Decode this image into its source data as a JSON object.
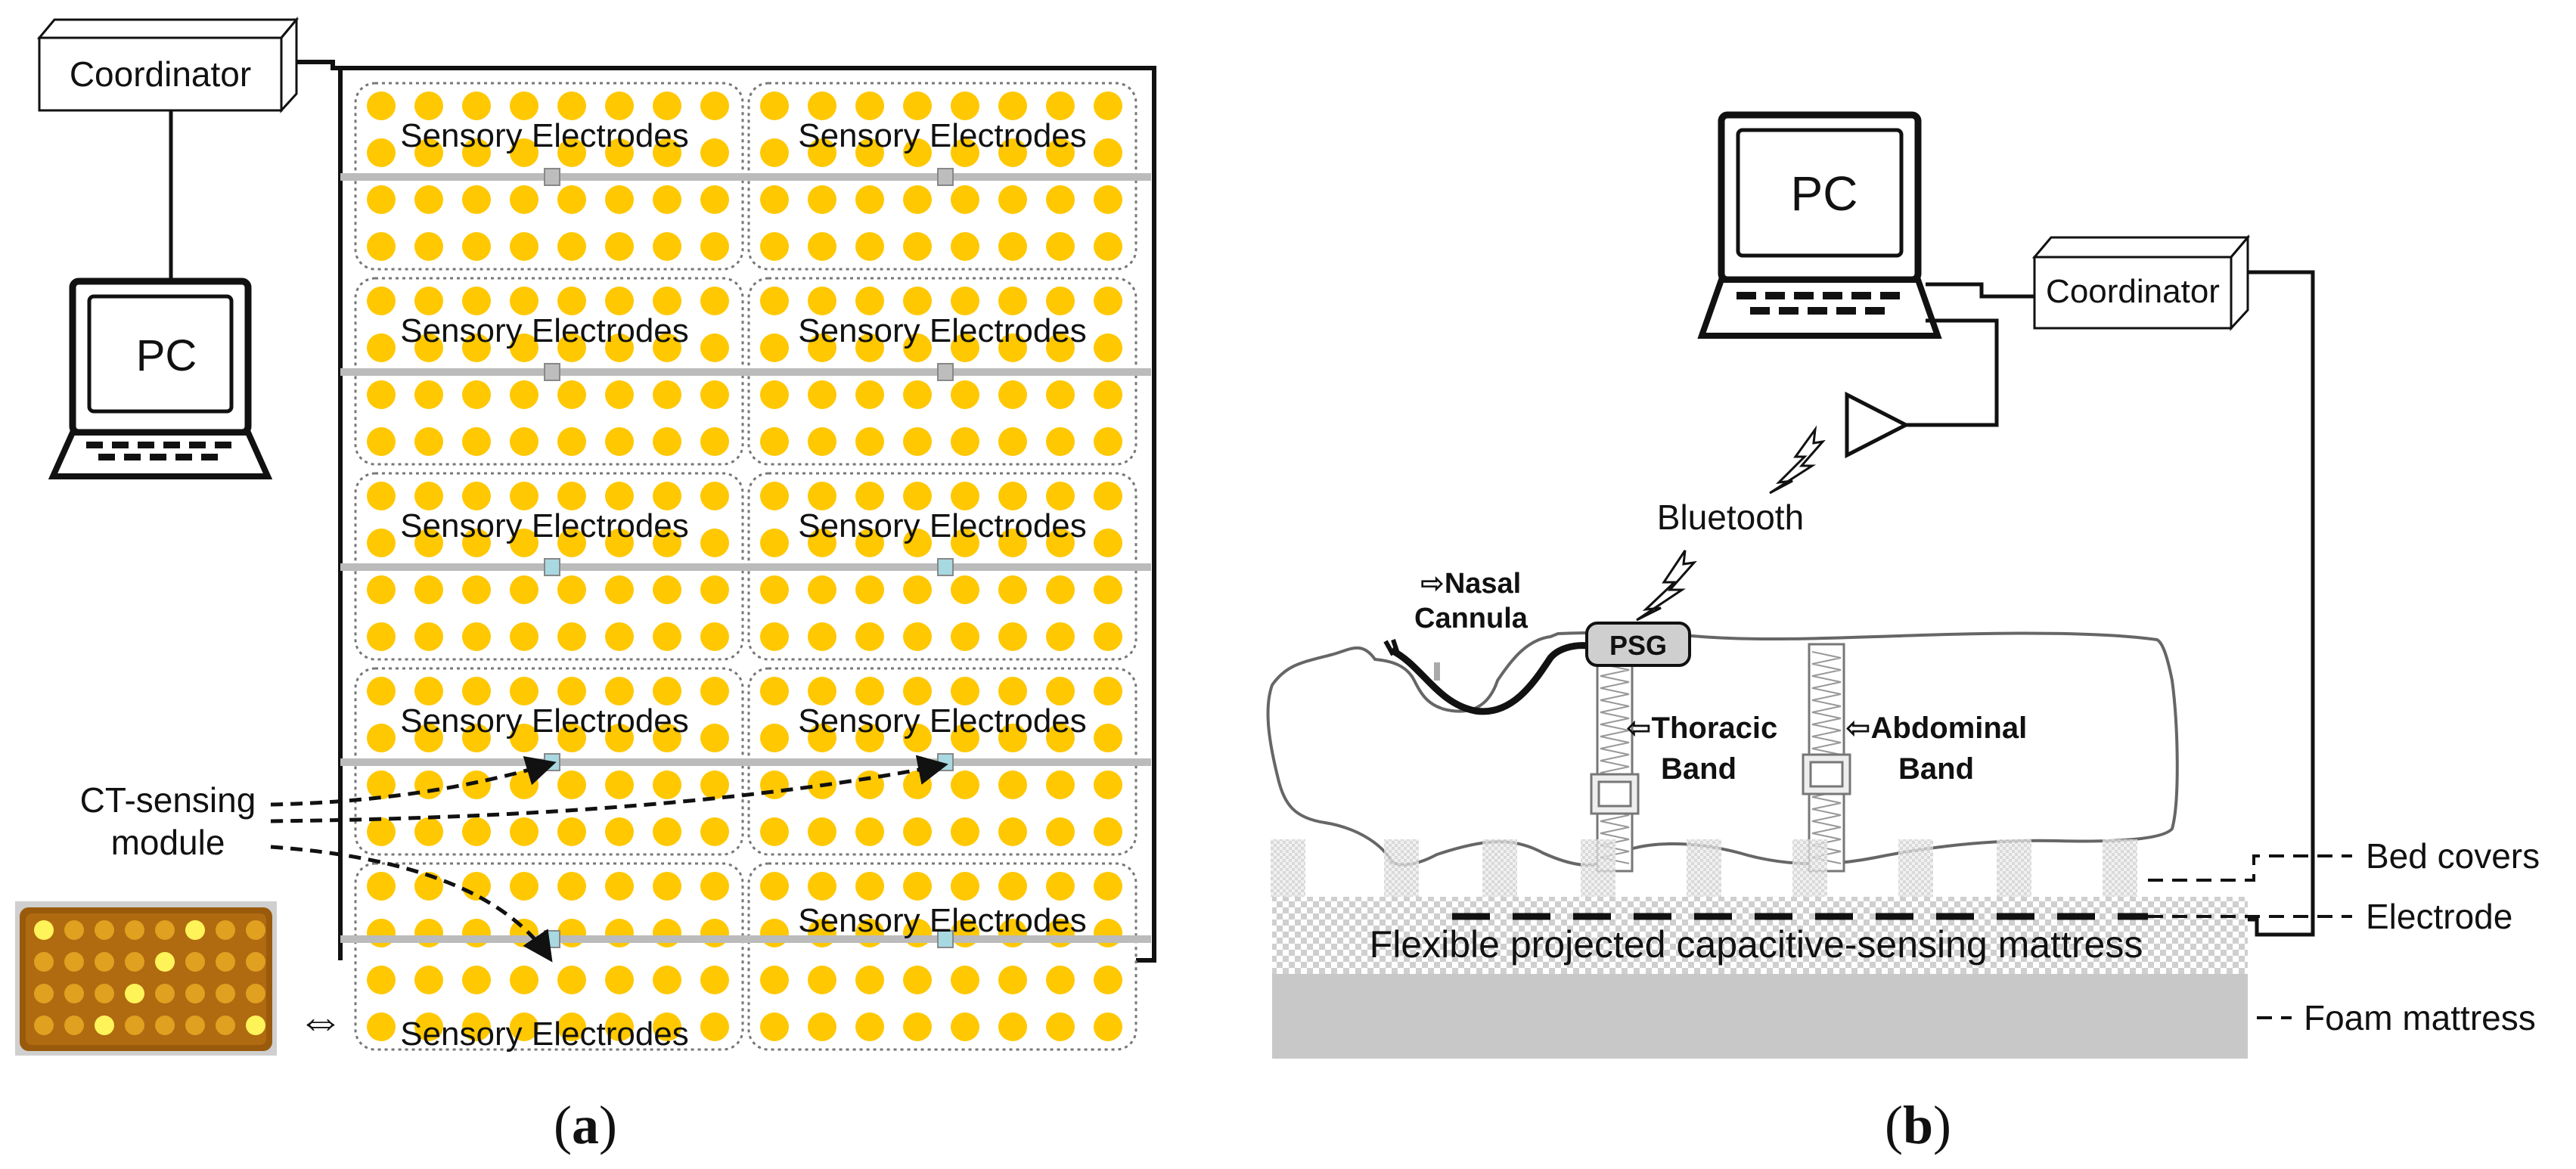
{
  "panel_a": {
    "caption_prefix": "(",
    "caption_letter": "a",
    "caption_suffix": ")",
    "coordinator_label": "Coordinator",
    "pc_label": "PC",
    "module_label": "Sensory Electrodes",
    "ct_line1": "CT-sensing",
    "ct_line2": "module",
    "swap_symbol": "⇔"
  },
  "panel_b": {
    "caption_prefix": "(",
    "caption_letter": "b",
    "caption_suffix": ")",
    "pc_label": "PC",
    "coordinator_label": "Coordinator",
    "bluetooth_label": "Bluetooth",
    "nasal_line1": "⇨Nasal",
    "nasal_line2": "Cannula",
    "psg_label": "PSG",
    "thoracic_line1": "⇦Thoracic",
    "thoracic_line2": "Band",
    "abdominal_line1": "⇦Abdominal",
    "abdominal_line2": "Band",
    "mattress_label": "Flexible projected capacitive-sensing mattress",
    "bed_covers_label": "Bed covers",
    "electrode_label": "Electrode",
    "foam_label": "Foam mattress"
  },
  "colors": {
    "electrode_dot": "#ffc800",
    "cover_gray": "#c8c8c8",
    "photo_brown": "#9a5a0c",
    "psg_fill": "#cfcfcf"
  }
}
